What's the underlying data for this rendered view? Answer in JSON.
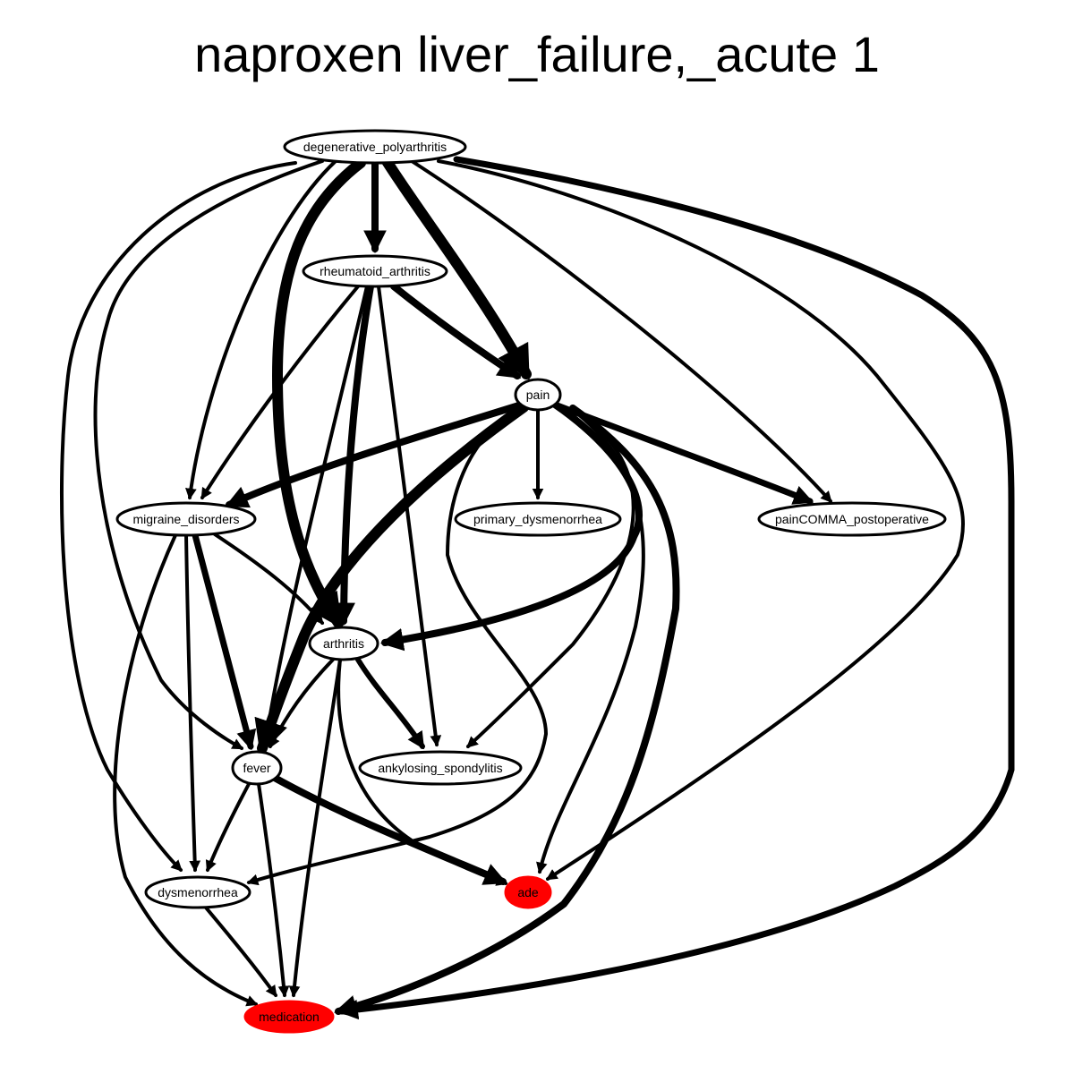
{
  "title": "naproxen liver_failure,_acute 1",
  "colors": {
    "highlight": "#ff0000",
    "stroke": "#000000",
    "background": "#ffffff"
  },
  "nodes": [
    {
      "id": "degenerative_polyarthritis",
      "label": "degenerative_polyarthritis",
      "highlighted": false
    },
    {
      "id": "rheumatoid_arthritis",
      "label": "rheumatoid_arthritis",
      "highlighted": false
    },
    {
      "id": "pain",
      "label": "pain",
      "highlighted": false
    },
    {
      "id": "migraine_disorders",
      "label": "migraine_disorders",
      "highlighted": false
    },
    {
      "id": "primary_dysmenorrhea",
      "label": "primary_dysmenorrhea",
      "highlighted": false
    },
    {
      "id": "painCOMMA_postoperative",
      "label": "painCOMMA_postoperative",
      "highlighted": false
    },
    {
      "id": "arthritis",
      "label": "arthritis",
      "highlighted": false
    },
    {
      "id": "fever",
      "label": "fever",
      "highlighted": false
    },
    {
      "id": "ankylosing_spondylitis",
      "label": "ankylosing_spondylitis",
      "highlighted": false
    },
    {
      "id": "dysmenorrhea",
      "label": "dysmenorrhea",
      "highlighted": false
    },
    {
      "id": "ade",
      "label": "ade",
      "highlighted": true
    },
    {
      "id": "medication",
      "label": "medication",
      "highlighted": true
    }
  ],
  "edges": [
    {
      "from": "degenerative_polyarthritis",
      "to": "rheumatoid_arthritis"
    },
    {
      "from": "degenerative_polyarthritis",
      "to": "pain"
    },
    {
      "from": "degenerative_polyarthritis",
      "to": "migraine_disorders"
    },
    {
      "from": "degenerative_polyarthritis",
      "to": "painCOMMA_postoperative"
    },
    {
      "from": "degenerative_polyarthritis",
      "to": "arthritis"
    },
    {
      "from": "degenerative_polyarthritis",
      "to": "fever"
    },
    {
      "from": "degenerative_polyarthritis",
      "to": "dysmenorrhea"
    },
    {
      "from": "degenerative_polyarthritis",
      "to": "ade"
    },
    {
      "from": "degenerative_polyarthritis",
      "to": "medication"
    },
    {
      "from": "rheumatoid_arthritis",
      "to": "pain"
    },
    {
      "from": "rheumatoid_arthritis",
      "to": "migraine_disorders"
    },
    {
      "from": "rheumatoid_arthritis",
      "to": "arthritis"
    },
    {
      "from": "rheumatoid_arthritis",
      "to": "fever"
    },
    {
      "from": "rheumatoid_arthritis",
      "to": "ankylosing_spondylitis"
    },
    {
      "from": "pain",
      "to": "migraine_disorders"
    },
    {
      "from": "pain",
      "to": "primary_dysmenorrhea"
    },
    {
      "from": "pain",
      "to": "painCOMMA_postoperative"
    },
    {
      "from": "pain",
      "to": "arthritis"
    },
    {
      "from": "pain",
      "to": "fever"
    },
    {
      "from": "pain",
      "to": "ankylosing_spondylitis"
    },
    {
      "from": "pain",
      "to": "dysmenorrhea"
    },
    {
      "from": "pain",
      "to": "ade"
    },
    {
      "from": "pain",
      "to": "medication"
    },
    {
      "from": "migraine_disorders",
      "to": "arthritis"
    },
    {
      "from": "migraine_disorders",
      "to": "fever"
    },
    {
      "from": "migraine_disorders",
      "to": "dysmenorrhea"
    },
    {
      "from": "migraine_disorders",
      "to": "medication"
    },
    {
      "from": "arthritis",
      "to": "fever"
    },
    {
      "from": "arthritis",
      "to": "ankylosing_spondylitis"
    },
    {
      "from": "arthritis",
      "to": "ade"
    },
    {
      "from": "arthritis",
      "to": "medication"
    },
    {
      "from": "fever",
      "to": "dysmenorrhea"
    },
    {
      "from": "fever",
      "to": "ade"
    },
    {
      "from": "fever",
      "to": "medication"
    },
    {
      "from": "dysmenorrhea",
      "to": "medication"
    }
  ]
}
